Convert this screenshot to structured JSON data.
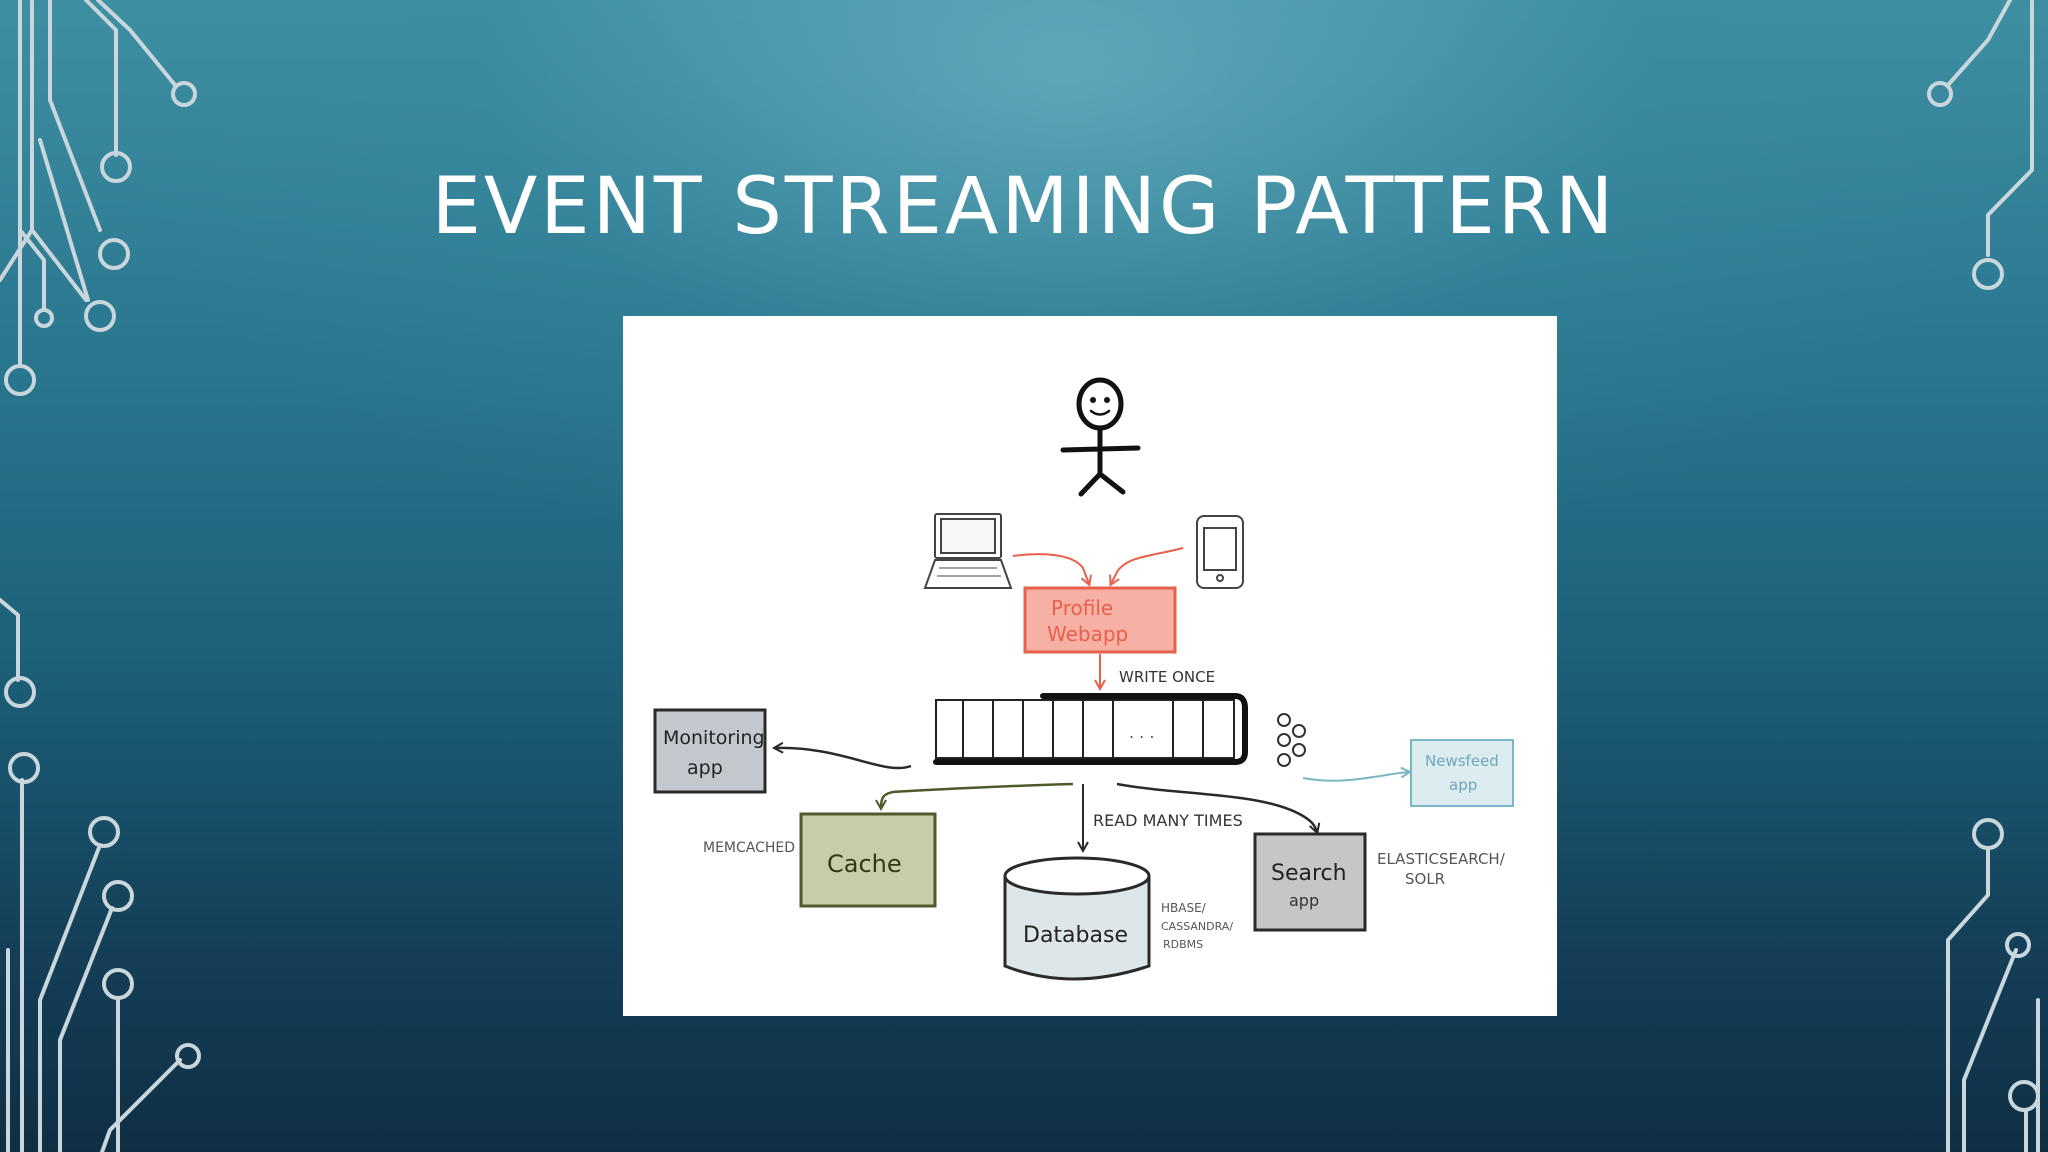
{
  "slide": {
    "title": "EVENT STREAMING PATTERN"
  },
  "diagram": {
    "nodes": {
      "profile_webapp": [
        "Profile",
        "Webapp"
      ],
      "monitoring_app": [
        "Monitoring",
        "app"
      ],
      "cache": "Cache",
      "database": "Database",
      "search_app": [
        "Search",
        "app"
      ],
      "newsfeed_app": [
        "Newsfeed",
        "app"
      ]
    },
    "log_ellipsis": ". . .",
    "annotations": {
      "write_once": "WRITE ONCE",
      "read_many_times": "READ MANY TIMES",
      "memcached": "MEMCACHED",
      "database_tech": [
        "HBASE/",
        "CASSANDRA/",
        "RDBMS"
      ],
      "search_tech": [
        "ELASTICSEARCH/",
        "SOLR"
      ]
    },
    "colors": {
      "profile": "#e8604c",
      "profile_fill": "#f6b1a4",
      "cache": "#4d5a2a",
      "cache_fill": "#c7cda9",
      "monitoring_fill": "#c3c8cf",
      "search_fill": "#c6c6c6",
      "database_fill": "#dde7e9",
      "newsfeed": "#7ab6c4",
      "newsfeed_fill": "#dcecf1",
      "ink": "#2a2a2a"
    }
  }
}
